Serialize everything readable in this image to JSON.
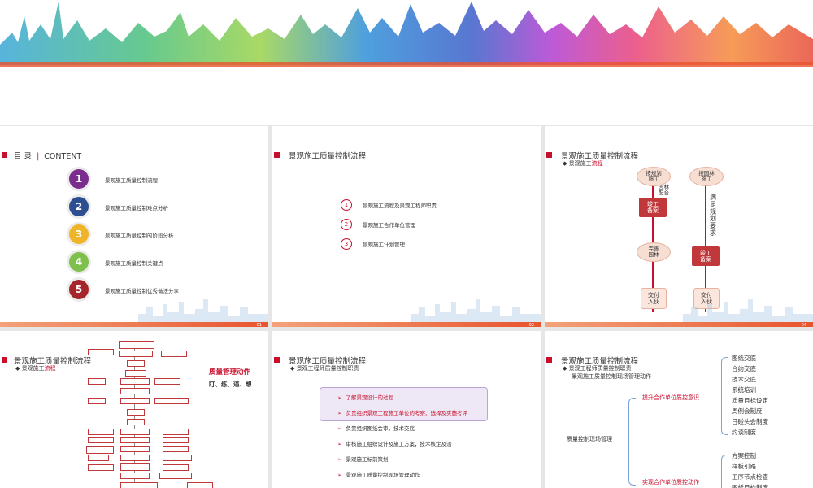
{
  "colors": {
    "accent": "#c8102e",
    "box_red": "#c0383a",
    "peach": "#fbe6de",
    "footer": "#e8542e"
  },
  "slide1": {
    "title_cn": "目 录",
    "title_en": "CONTENT",
    "items": [
      {
        "num": "1",
        "text": "景观施工质量控制流程",
        "color": "#7b2d8e"
      },
      {
        "num": "2",
        "text": "景观施工质量控制难点分析",
        "color": "#2d4e91"
      },
      {
        "num": "3",
        "text": "景观施工质量控制的阶段分析",
        "color": "#f0b428"
      },
      {
        "num": "4",
        "text": "景观施工质量控制关键点",
        "color": "#7fbf4b"
      },
      {
        "num": "5",
        "text": "景观施工质量控制优秀做法分享",
        "color": "#a4262b"
      }
    ],
    "page": "01"
  },
  "slide2": {
    "title": "景观施工质量控制流程",
    "items": [
      {
        "num": "1",
        "text": "景观施工流程及景观工程师职责"
      },
      {
        "num": "2",
        "text": "景观施工合作单位管理"
      },
      {
        "num": "3",
        "text": "景观施工计划管理"
      }
    ],
    "page": "02"
  },
  "slide3": {
    "title": "景观施工质量控制流程",
    "sub_prefix": "景观施工",
    "sub_red": "流程",
    "oval1": "按规划\n施工",
    "oval2": "按园林\n施工",
    "note_left": "园林\n配合",
    "red1": "竣工\n备案",
    "oval3": "完善\n园林",
    "red2": "竣工\n备案",
    "note_right": "满足规划要求",
    "deliver1": "交付\n入伙",
    "deliver2": "交付\n入伙",
    "page": "04"
  },
  "slide4": {
    "title": "景观施工质量控制流程",
    "sub_prefix": "景观施工",
    "sub_red": "流程",
    "quality_title": "质量管理动作",
    "quality_words": "盯、练、逼、想"
  },
  "slide5": {
    "title": "景观施工质量控制流程",
    "sub": "景观工程师质量控制职责",
    "items": [
      {
        "text": "了解景观设计的过程",
        "red": true
      },
      {
        "text": "负责组织景观工程施工单位的考察、选择及实施考评",
        "red": true
      },
      {
        "text": "负责组织图纸会审，技术交底",
        "red": false
      },
      {
        "text": "审核施工组织设计及施工方案，技术核定及洽",
        "red": false
      },
      {
        "text": "景观施工标前策划",
        "red": false
      },
      {
        "text": "景观施工质量控制现场管理动作",
        "red": false
      }
    ]
  },
  "slide6": {
    "title": "景观施工质量控制流程",
    "sub1": "景观工程师质量控制职责",
    "sub2": "景观施工质量控制现场管理动作",
    "root": "质量控制现场管理",
    "branch1": "提升合作单位质控意识",
    "branch1_items": [
      "图纸交底",
      "合约交底",
      "技术交底",
      "系统培训",
      "质量目标设定",
      "周例会制度",
      "日碰头会制度",
      "约谈制度"
    ],
    "branch2": "实现合作单位质控动作",
    "branch2_items": [
      "方案控制",
      "样板引路",
      "工序节点检查",
      "图纸目检制度"
    ]
  }
}
